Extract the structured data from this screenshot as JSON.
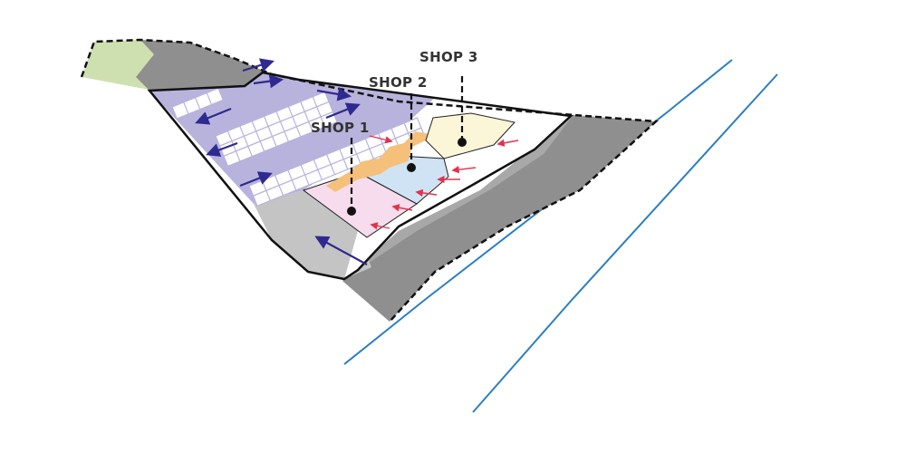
{
  "labels": {
    "shop1": "SHOP 1",
    "shop2": "SHOP 2",
    "shop3": "SHOP 3"
  },
  "colors": {
    "parking": "#b8b3dd",
    "road": "#8f8f8f",
    "road_light": "#bdbdbd",
    "grass": "#cfe0b0",
    "shop1_fill": "#f6dcec",
    "shop2_fill": "#cfe3f4",
    "shop3_fill": "#fbf6d8",
    "connector_fill": "#f5c07a",
    "flow_arrow": "#2f2a8f",
    "entry_arrow": "#e0334f",
    "river": "#2b7fc2",
    "boundary": "#111111"
  }
}
